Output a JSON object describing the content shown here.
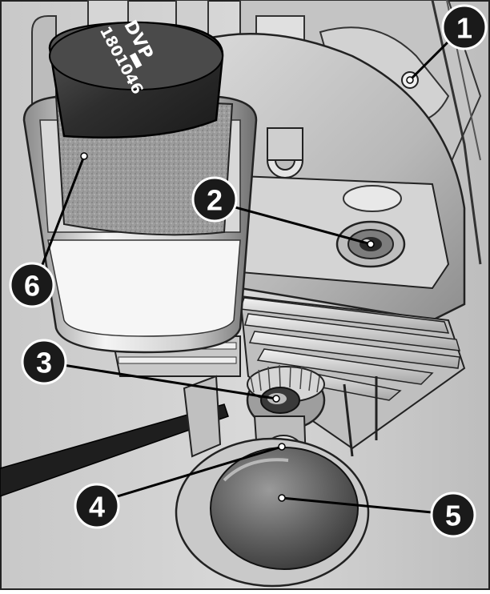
{
  "filter_cap": {
    "brand": "DVP",
    "part_number": "1801046"
  },
  "callouts": [
    {
      "id": "1",
      "label": "1"
    },
    {
      "id": "2",
      "label": "2"
    },
    {
      "id": "3",
      "label": "3"
    },
    {
      "id": "4",
      "label": "4"
    },
    {
      "id": "5",
      "label": "5"
    },
    {
      "id": "6",
      "label": "6"
    }
  ],
  "colors": {
    "callout_fill": "#1a1a1a",
    "callout_text": "#ffffff",
    "leader": "#000000",
    "metal_light": "#e6e6e6",
    "metal_mid": "#b5b5b5",
    "metal_dark": "#6a6a6a"
  }
}
